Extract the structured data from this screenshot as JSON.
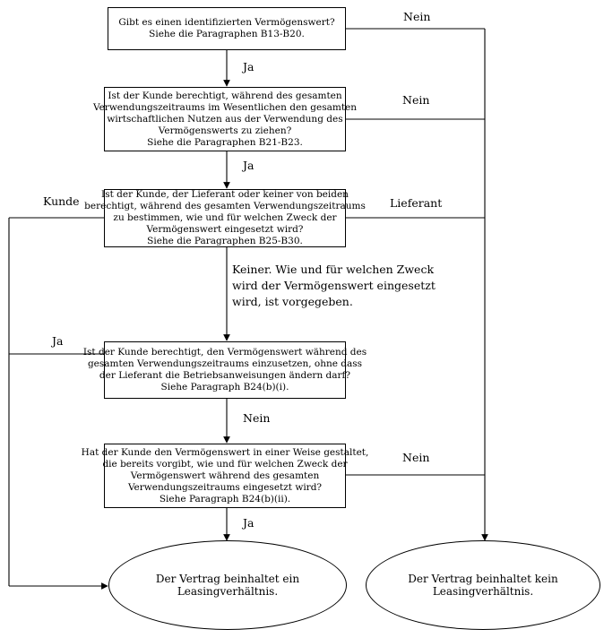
{
  "flowchart": {
    "q1": {
      "lines": [
        "Gibt es einen identifizierten Vermögenswert?",
        "Siehe die Paragraphen B13-B20."
      ]
    },
    "q2": {
      "lines": [
        "Ist der Kunde berechtigt, während des gesamten",
        "Verwendungszeitraums im Wesentlichen den gesamten",
        "wirtschaftlichen Nutzen aus der Verwendung des",
        "Vermögenswerts zu ziehen?",
        "Siehe die Paragraphen B21-B23."
      ]
    },
    "q3": {
      "lines": [
        "Ist der Kunde, der Lieferant oder keiner von beiden",
        "berechtigt, während des gesamten Verwendungszeitraums",
        "zu bestimmen, wie und für welchen Zweck der",
        "Vermögenswert eingesetzt wird?",
        "Siehe die Paragraphen B25-B30."
      ]
    },
    "q4": {
      "lines": [
        "Ist der Kunde berechtigt, den Vermögenswert während des",
        "gesamten Verwendungszeitraums einzusetzen, ohne dass",
        "der Lieferant die Betriebsanweisungen ändern darf?",
        "Siehe Paragraph B24(b)(i)."
      ]
    },
    "q5": {
      "lines": [
        "Hat der Kunde den Vermögenswert in einer Weise gestaltet,",
        "die bereits vorgibt, wie und für welchen Zweck der",
        "Vermögenswert während des gesamten",
        "Verwendungszeitraums eingesetzt wird?",
        "Siehe Paragraph B24(b)(ii)."
      ]
    },
    "outcome_lease": "Der Vertrag beinhaltet ein Leasingverhältnis.",
    "outcome_no_lease": "Der Vertrag beinhaltet kein Leasingverhältnis.",
    "labels": {
      "q1_no": "Nein",
      "q1_yes": "Ja",
      "q2_no": "Nein",
      "q2_yes": "Ja",
      "q3_customer": "Kunde",
      "q3_supplier": "Lieferant",
      "q3_neither": [
        "Keiner. Wie und für welchen Zweck",
        "wird der Vermögenswert eingesetzt",
        "wird, ist vorgegeben."
      ],
      "q4_yes": "Ja",
      "q4_no": "Nein",
      "q5_no": "Nein",
      "q5_yes": "Ja"
    }
  }
}
